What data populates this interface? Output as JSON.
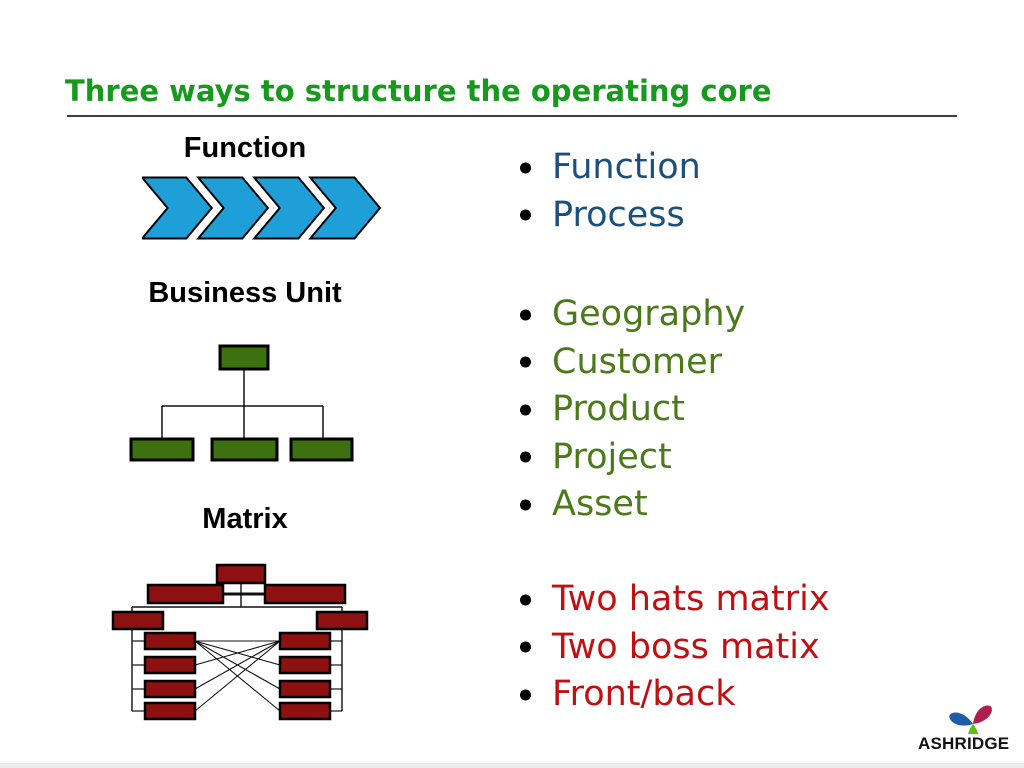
{
  "title": {
    "text": "Three ways to structure the operating core",
    "color": "#17991d"
  },
  "diagrams": {
    "function": {
      "label": "Function",
      "chevron_color": "#1f9fd8"
    },
    "business_unit": {
      "label": "Business Unit",
      "box_color": "#3d7011"
    },
    "matrix": {
      "label": "Matrix",
      "box_color": "#8d1111"
    }
  },
  "bullet_groups": [
    {
      "id": "function-process",
      "color": "#1b4f7e",
      "items": [
        "Function",
        "Process"
      ]
    },
    {
      "id": "market-facing",
      "color": "#4b7a1a",
      "items": [
        "Geography",
        "Customer",
        "Product",
        "Project",
        "Asset"
      ]
    },
    {
      "id": "matrix-forms",
      "color": "#bf1113",
      "items": [
        "Two hats matrix",
        "Two boss matix",
        "Front/back"
      ]
    }
  ],
  "logo": {
    "text": "ASHRIDGE",
    "petal_blue": "#1c5ca8",
    "petal_crimson": "#b01e4e",
    "petal_green": "#56c213"
  }
}
